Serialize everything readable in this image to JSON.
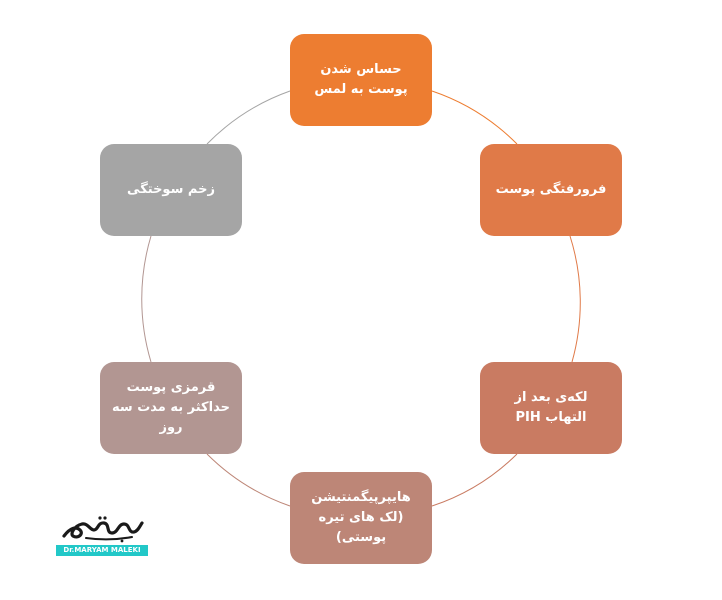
{
  "diagram": {
    "type": "cycle",
    "nodes": [
      {
        "label": "حساس شدن پوست به لمس",
        "color": "#ed7d31"
      },
      {
        "label": "فرورفتگی پوست",
        "color": "#e07a48"
      },
      {
        "label": "لکه‌ی بعد از التهاب PIH",
        "color": "#c97b62"
      },
      {
        "label": "هایپرپیگمنتیشن (لک های تیره پوستی)",
        "color": "#bd8677"
      },
      {
        "label": "قرمزی پوست حداکثر به مدت سه روز",
        "color": "#b29692"
      },
      {
        "label": "زخم سوختگی",
        "color": "#a5a5a5"
      }
    ]
  },
  "logo": {
    "caption": "Dr.MARYAM MALEKI",
    "accent": "#22c8c8"
  }
}
